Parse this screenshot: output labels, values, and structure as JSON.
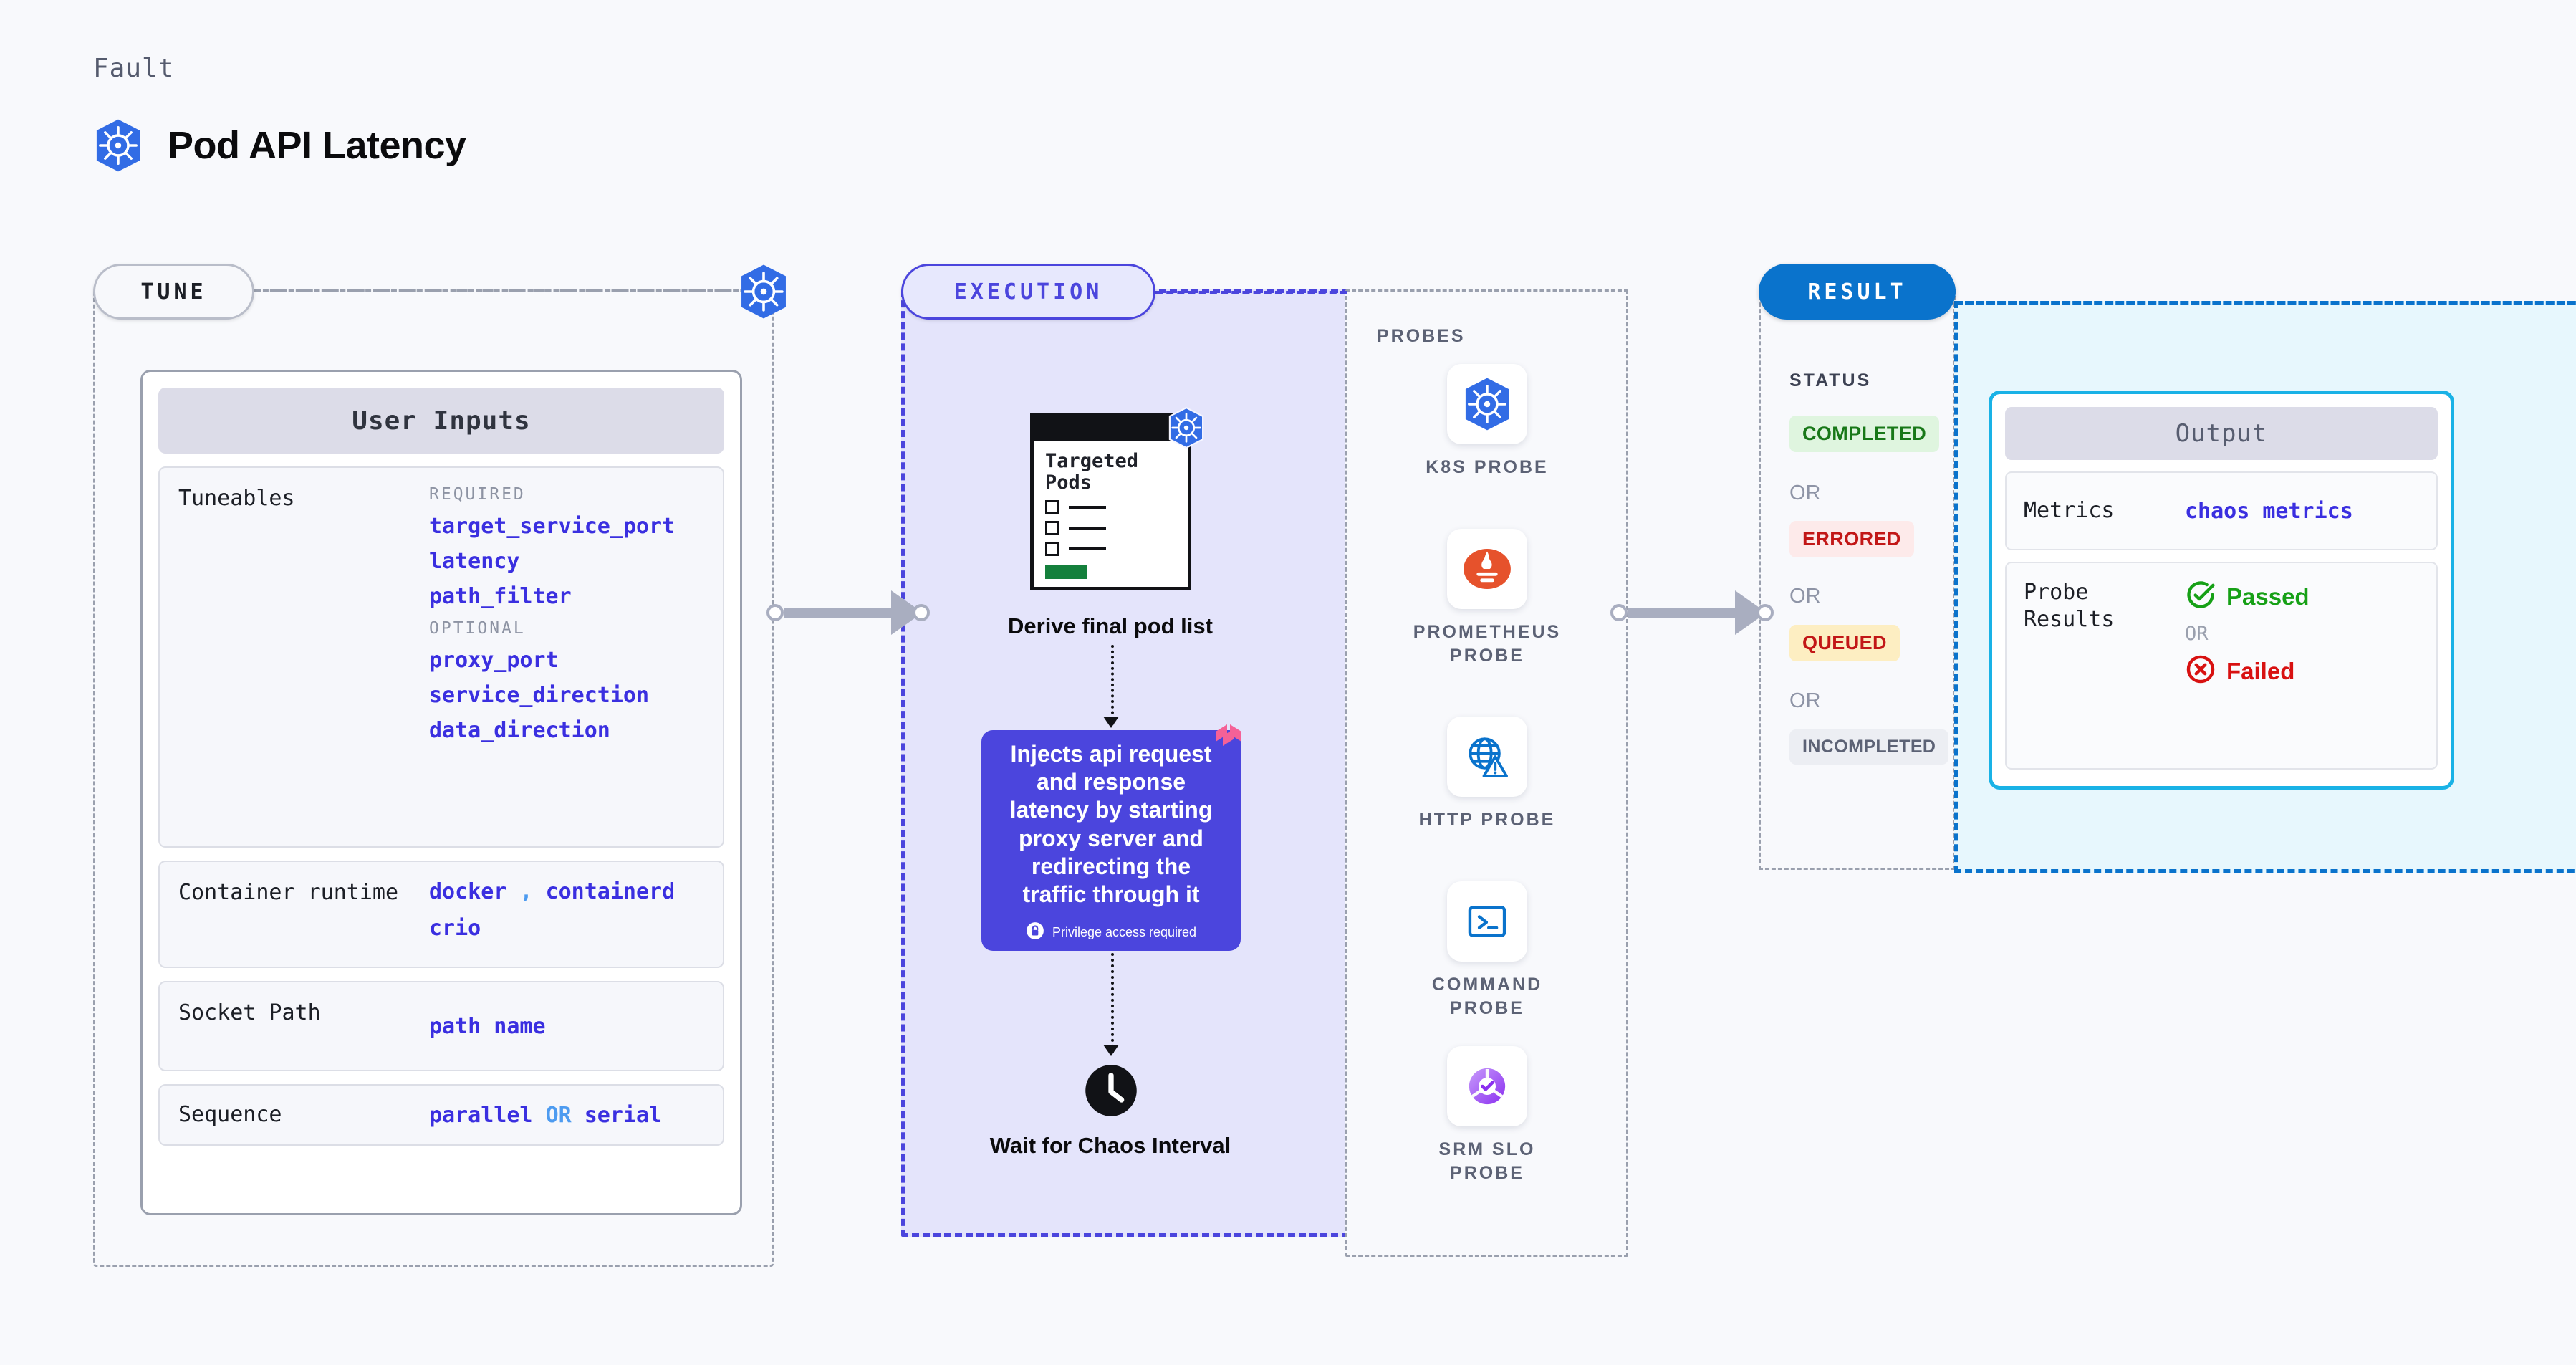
{
  "header": {
    "eyebrow": "Fault",
    "title": "Pod API Latency",
    "icon": "kubernetes-icon"
  },
  "stages": {
    "tune": {
      "label": "TUNE"
    },
    "execution": {
      "label": "EXECUTION"
    },
    "result": {
      "label": "RESULT"
    }
  },
  "tune": {
    "card_title": "User Inputs",
    "rows": [
      {
        "label": "Tuneables",
        "groups": [
          {
            "title": "REQUIRED",
            "items": [
              "target_service_port",
              "latency",
              "path_filter"
            ]
          },
          {
            "title": "OPTIONAL",
            "items": [
              "proxy_port",
              "service_direction",
              "data_direction"
            ]
          }
        ]
      },
      {
        "label": "Container runtime",
        "values": [
          "docker",
          ",",
          "containerd",
          "crio"
        ]
      },
      {
        "label": "Socket Path",
        "values": [
          "path name"
        ]
      },
      {
        "label": "Sequence",
        "values": [
          "parallel",
          "OR",
          "serial"
        ]
      }
    ],
    "container_runtime": {
      "label": "Container runtime",
      "v1": "docker",
      "comma": ",",
      "v2": "containerd",
      "v3": "crio"
    },
    "socket_path": {
      "label": "Socket Path",
      "value": "path name"
    },
    "sequence": {
      "label": "Sequence",
      "v1": "parallel",
      "or": "OR",
      "v2": "serial"
    }
  },
  "execution": {
    "pods_card": {
      "title": "Targeted Pods",
      "icon": "kubernetes-icon"
    },
    "derive_label": "Derive final pod list",
    "inject": {
      "text": "Injects api request and response latency by starting proxy server and redirecting the traffic through it",
      "privilege": "Privilege access required",
      "lock_icon": "lock-icon",
      "corner_icon": "harness-logo-icon"
    },
    "wait_label": "Wait for Chaos Interval",
    "clock_icon": "clock-icon"
  },
  "probes": {
    "title": "PROBES",
    "items": [
      {
        "name": "K8S PROBE",
        "icon": "kubernetes-icon"
      },
      {
        "name": "PROMETHEUS PROBE",
        "icon": "prometheus-icon"
      },
      {
        "name": "HTTP PROBE",
        "icon": "globe-warning-icon"
      },
      {
        "name": "COMMAND PROBE",
        "icon": "terminal-icon"
      },
      {
        "name": "SRM SLO PROBE",
        "icon": "slo-gauge-icon"
      }
    ]
  },
  "result": {
    "status_title": "STATUS",
    "or_label": "OR",
    "badges": [
      {
        "label": "COMPLETED",
        "bg": "#dff5df",
        "fg": "#187818"
      },
      {
        "label": "ERRORED",
        "bg": "#fdeaea",
        "fg": "#c21717"
      },
      {
        "label": "QUEUED",
        "bg": "#fdeec2",
        "fg": "#c21717"
      },
      {
        "label": "INCOMPLETED",
        "bg": "#eceef3",
        "fg": "#5c6275"
      }
    ],
    "output": {
      "title": "Output",
      "metrics": {
        "label": "Metrics",
        "value": "chaos metrics"
      },
      "probe_results": {
        "label": "Probe Results",
        "passed": "Passed",
        "or": "OR",
        "failed": "Failed",
        "pass_icon": "check-circle-icon",
        "fail_icon": "x-circle-icon"
      }
    }
  },
  "colors": {
    "accent_purple": "#4b45dd",
    "accent_blue": "#0a73cc",
    "cyan": "#19b2e6",
    "k8s_blue": "#326ce5",
    "pink": "#f56197",
    "green": "#16a016",
    "red": "#d81111"
  }
}
